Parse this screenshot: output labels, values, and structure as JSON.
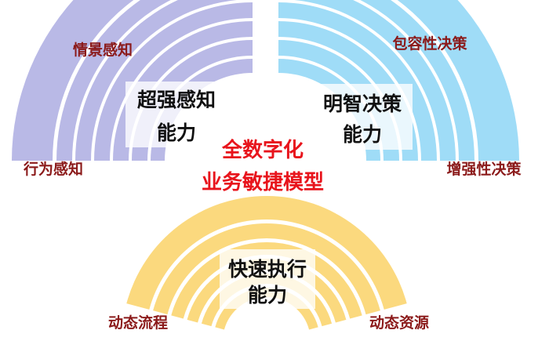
{
  "diagram": {
    "center_title": [
      "全数字化",
      "业务敏捷模型"
    ],
    "center_color": "#e8141c",
    "outer_label_color": "#8b1a1a",
    "sectors": [
      {
        "id": "perception",
        "title": [
          "超强感知",
          "能力"
        ],
        "sub_items": [
          "情景感知",
          "行为感知"
        ],
        "color": "#b9b9e6"
      },
      {
        "id": "decision",
        "title": [
          "明智决策",
          "能力"
        ],
        "sub_items": [
          "包容性决策",
          "增强性决策"
        ],
        "color": "#9fdcf7"
      },
      {
        "id": "execution",
        "title": [
          "快速执行",
          "能力"
        ],
        "sub_items": [
          "动态流程",
          "动态资源"
        ],
        "color": "#fbd97e"
      }
    ]
  }
}
